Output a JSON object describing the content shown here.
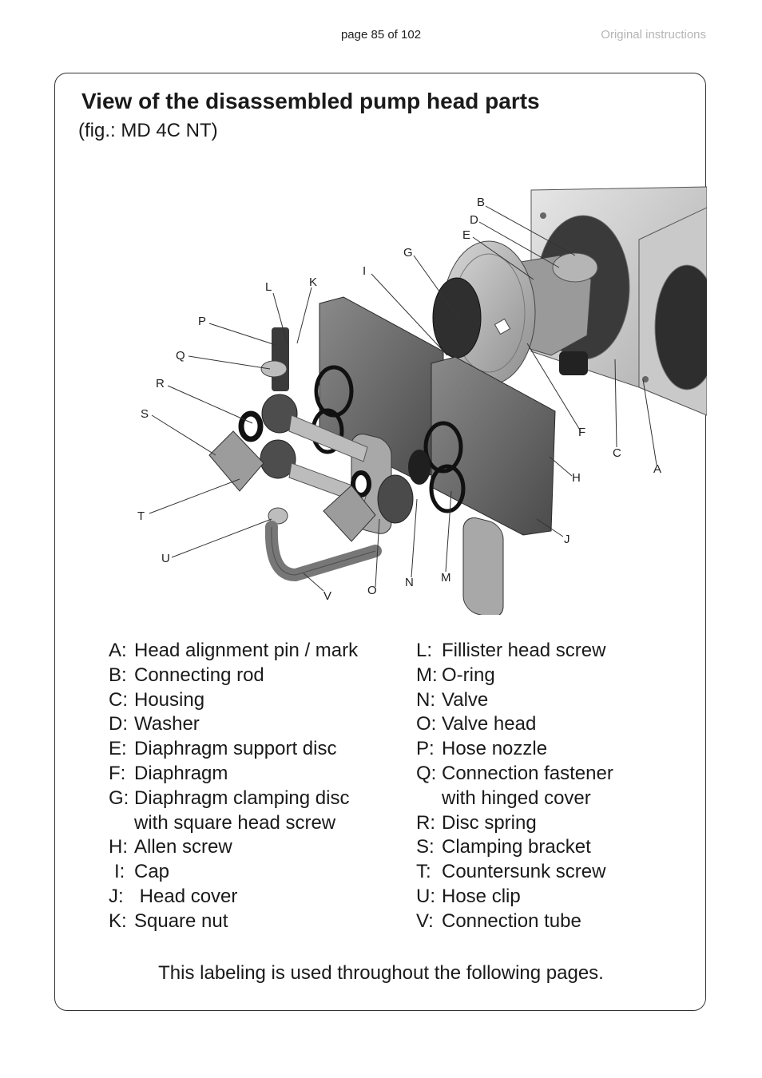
{
  "header": {
    "page_number": "page 85 of 102",
    "doc_note": "Original instructions"
  },
  "section": {
    "title": "View of the disassembled pump head parts",
    "subtitle": "(fig.: MD 4C NT)"
  },
  "figure": {
    "callouts": [
      "A",
      "B",
      "C",
      "D",
      "E",
      "F",
      "G",
      "H",
      "I",
      "J",
      "K",
      "L",
      "M",
      "N",
      "O",
      "P",
      "Q",
      "R",
      "S",
      "T",
      "U",
      "V"
    ]
  },
  "legend": {
    "left": [
      {
        "key": "A:",
        "lines": [
          "Head alignment pin / mark"
        ]
      },
      {
        "key": "B:",
        "lines": [
          "Connecting rod"
        ]
      },
      {
        "key": "C:",
        "lines": [
          "Housing"
        ]
      },
      {
        "key": "D:",
        "lines": [
          "Washer"
        ]
      },
      {
        "key": "E:",
        "lines": [
          "Diaphragm support disc"
        ]
      },
      {
        "key": "F:",
        "lines": [
          "Diaphragm"
        ]
      },
      {
        "key": "G:",
        "lines": [
          "Diaphragm clamping disc",
          "with square head screw"
        ]
      },
      {
        "key": "H:",
        "lines": [
          "Allen screw"
        ]
      },
      {
        "key": "I:",
        "lines": [
          "Cap"
        ]
      },
      {
        "key": "J:",
        "lines": [
          " Head cover"
        ]
      },
      {
        "key": "K:",
        "lines": [
          "Square nut"
        ]
      }
    ],
    "right": [
      {
        "key": "L:",
        "lines": [
          "Fillister head screw"
        ]
      },
      {
        "key": "M:",
        "lines": [
          "O-ring"
        ]
      },
      {
        "key": "N:",
        "lines": [
          "Valve"
        ]
      },
      {
        "key": "O:",
        "lines": [
          "Valve head"
        ]
      },
      {
        "key": "P:",
        "lines": [
          "Hose nozzle"
        ]
      },
      {
        "key": "Q:",
        "lines": [
          "Connection fastener",
          "with hinged cover"
        ]
      },
      {
        "key": "R:",
        "lines": [
          "Disc spring"
        ]
      },
      {
        "key": "S:",
        "lines": [
          "Clamping bracket"
        ]
      },
      {
        "key": "T:",
        "lines": [
          "Countersunk screw"
        ]
      },
      {
        "key": "U:",
        "lines": [
          "Hose clip"
        ]
      },
      {
        "key": "V:",
        "lines": [
          "Connection tube"
        ]
      }
    ]
  },
  "footer": {
    "note": "This labeling is used throughout the following pages."
  }
}
